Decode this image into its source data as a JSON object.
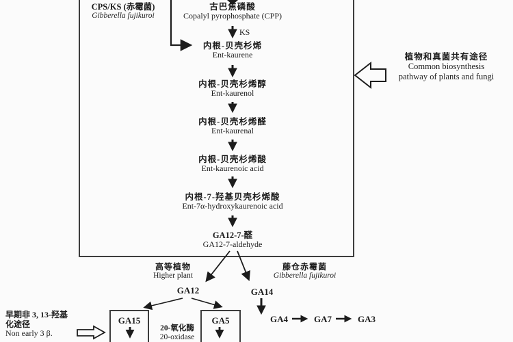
{
  "enzyme_top_left": {
    "name_zh": "CPS/KS (赤霉菌)",
    "species": "Gibberella fujikuroi"
  },
  "ks_label": "KS",
  "chain": [
    {
      "zh": "古巴焦磷酸",
      "en": "Copalyl pyrophosphate (CPP)"
    },
    {
      "zh": "内根-贝壳杉烯",
      "en": "Ent-kaurene"
    },
    {
      "zh": "内根-贝壳杉烯醇",
      "en": "Ent-kaurenol"
    },
    {
      "zh": "内根-贝壳杉烯醛",
      "en": "Ent-kaurenal"
    },
    {
      "zh": "内根-贝壳杉烯酸",
      "en": "Ent-kaurenoic acid"
    },
    {
      "zh": "内根-7-羟基贝壳杉烯酸",
      "en": "Ent-7α-hydroxykaurenoic acid"
    },
    {
      "zh": "GA12-7-醛",
      "en": "GA12-7-aldehyde"
    }
  ],
  "common_pathway_note": {
    "zh": "植物和真菌共有途径",
    "en_line1": "Common biosynthesis",
    "en_line2": "pathway of plants and fungi"
  },
  "branch_left_label": {
    "zh": "高等植物",
    "en": "Higher plant"
  },
  "branch_right_label": {
    "zh": "藤仓赤霉菌",
    "latin": "Gibberella fujikuroi"
  },
  "nodes": {
    "ga12": "GA12",
    "ga14": "GA14",
    "ga15": "GA15",
    "ga5": "GA5",
    "ga4": "GA4",
    "ga7": "GA7",
    "ga3": "GA3"
  },
  "oxidase_label": {
    "zh": "20-氧化酶",
    "en": "20-oxidase"
  },
  "bottom_left_note": {
    "zh_line1": "早期非 3, 13-羟基",
    "zh_line2": "化途径",
    "en_line": "Non early 3 β."
  },
  "colors": {
    "background": "#fbfbfb",
    "ink": "#1c1c1c",
    "border": "#3d3d3d"
  }
}
